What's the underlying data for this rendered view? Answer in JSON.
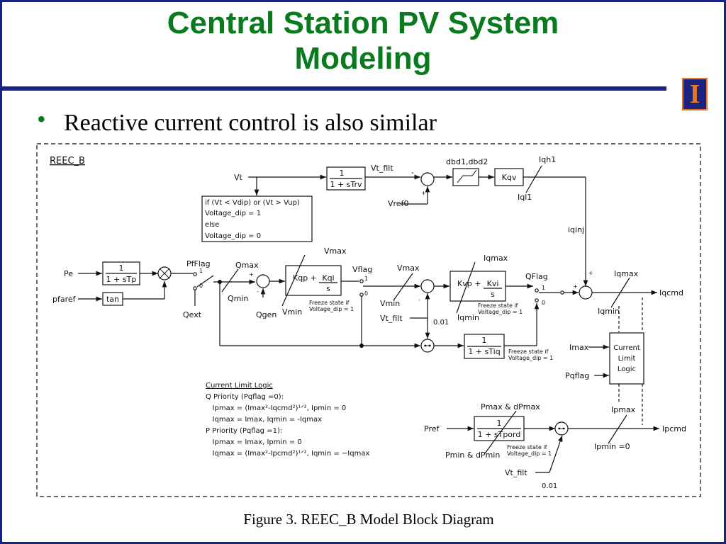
{
  "slide": {
    "title_line1": "Central Station PV System",
    "title_line2": "Modeling",
    "bullet": "Reactive current control is also similar",
    "caption": "Figure 3.  REEC_B Model Block Diagram",
    "logo_letter": "I"
  },
  "diagram": {
    "model_name": "REEC_B",
    "signals": {
      "vt": "Vt",
      "vt_filt": "Vt_filt",
      "vref0": "Vref0",
      "dbd": "dbd1,dbd2",
      "iqh1": "Iqh1",
      "iql1": "Iql1",
      "iqinj": "iqinj",
      "pe": "Pe",
      "pfaref": "pfaref",
      "pfflag": "PfFlag",
      "qext": "Qext",
      "qmax": "Qmax",
      "qmin": "Qmin",
      "qgen": "Qgen",
      "vmax": "Vmax",
      "vmin": "Vmin",
      "vflag": "Vflag",
      "vmax2": "Vmax",
      "vmin2": "Vmin",
      "vt_filt2": "Vt_filt",
      "val001": "0.01",
      "iqmax_kv": "Iqmax",
      "iqmin_kv": "Iqmin",
      "qflag": "QFlag",
      "iqmax": "Iqmax",
      "iqmin": "Iqmin",
      "iqcmd": "Iqcmd",
      "imax": "Imax",
      "pqflag": "Pqflag",
      "pmax_dpmax": "Pmax & dPmax",
      "pmin_dpmin": "Pmin & dPmin",
      "pref": "Pref",
      "ipmax": "Ipmax",
      "ipmin": "Ipmin =0",
      "ipcmd": "Ipcmd",
      "vt_filt3": "Vt_filt",
      "val001b": "0.01",
      "one": "1",
      "zero": "0",
      "plus": "+",
      "minus": "-"
    },
    "blocks": {
      "trv_num": "1",
      "trv_den": "1 + sTrv",
      "kqv": "Kqv",
      "tp_num": "1",
      "tp_den": "1 + sTp",
      "tan": "tan",
      "kqp": "Kqp + ",
      "kqi_num": "Kqi",
      "kqi_den": "s",
      "kvp": "Kvp + ",
      "kvi_num": "Kvi",
      "kvi_den": "s",
      "tiq_num": "1",
      "tiq_den": "1 + sTiq",
      "tpord_num": "1",
      "tpord_den": "1 + sTpord",
      "clim1": "Current",
      "clim2": "Limit",
      "clim3": "Logic"
    },
    "condition": [
      "if (Vt < Vdip) or (Vt > Vup)",
      " Voltage_dip = 1",
      "else",
      " Voltage_dip = 0"
    ],
    "freeze": [
      "Freeze state if",
      "Voltage_dip = 1"
    ],
    "cll": {
      "title": "Current Limit Logic",
      "lines": [
        "Q Priority (Pqflag =0):",
        "   Ipmax = (Imax²-Iqcmd²)¹ᐟ², Ipmin = 0",
        "   Iqmax = Imax, Iqmin = -Iqmax",
        "P Priority (Pqflag =1):",
        "   Ipmax = Imax, Ipmin = 0",
        "   Iqmax = (Imax²-Ipcmd²)¹ᐟ², Iqmin = −Iqmax"
      ]
    }
  }
}
